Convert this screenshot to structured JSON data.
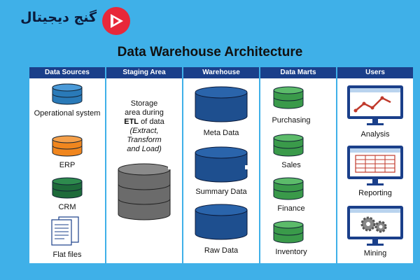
{
  "brand": {
    "logo_text": "گنج دیجیتال"
  },
  "title": "Data Warehouse Architecture",
  "columns": {
    "sources": {
      "header": "Data Sources",
      "items": [
        "Operational system",
        "ERP",
        "CRM",
        "Flat files"
      ]
    },
    "staging": {
      "header": "Staging Area",
      "text_line1": "Storage",
      "text_line2": "area during",
      "text_etl": "ETL",
      "text_line3_rest": " of data",
      "text_italic1": "(Extract,",
      "text_italic2": "Transform",
      "text_italic3": "and Load)"
    },
    "warehouse": {
      "header": "Warehouse",
      "items": [
        "Meta Data",
        "Summary Data",
        "Raw Data"
      ]
    },
    "marts": {
      "header": "Data Marts",
      "items": [
        "Purchasing",
        "Sales",
        "Finance",
        "Inventory"
      ]
    },
    "users": {
      "header": "Users",
      "items": [
        "Analysis",
        "Reporting",
        "Mining"
      ]
    }
  },
  "colors": {
    "background": "#3fb0e8",
    "header": "#1a3f8a",
    "operational": "#2a7ab8",
    "erp": "#f0861e",
    "crm": "#1e6b3a",
    "staging": "#6b6b6b",
    "warehouse": "#1e4f8f",
    "marts": "#3a9a4a",
    "arrow": "#ffffff",
    "logo_red": "#e8283a"
  },
  "icons": [
    "database-icon",
    "document-icon",
    "monitor-chart-icon",
    "monitor-table-icon",
    "monitor-gears-icon",
    "arrow-right-icon",
    "arrow-left-icon",
    "play-logo-icon"
  ]
}
